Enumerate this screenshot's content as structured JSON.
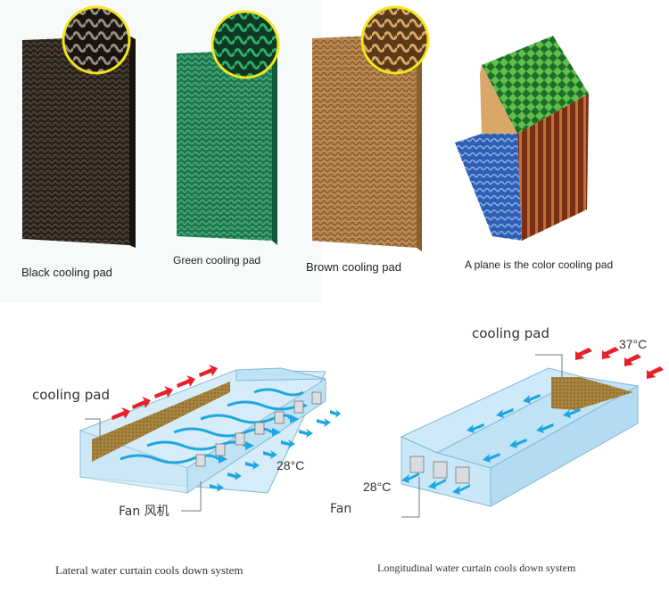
{
  "products": [
    {
      "name": "black-pad",
      "caption": "Black cooling pad",
      "color": "#2a221c",
      "accent": "#4a3a2c",
      "zoom_color": "#6b5d54"
    },
    {
      "name": "green-pad",
      "caption": "Green cooling pad",
      "color": "#1f8a5a",
      "accent": "#2fa56c",
      "zoom_color": "#1a7a4a"
    },
    {
      "name": "brown-pad",
      "caption": "Brown cooling pad",
      "color": "#b8874f",
      "accent": "#d1a36a",
      "zoom_color": "#b07a40"
    },
    {
      "name": "color-pad",
      "caption": "A plane is the color cooling pad",
      "color": "#8a3b1f",
      "accent": "#2c8f3a",
      "zoom_color": "#2d5fb0"
    }
  ],
  "diagrams": {
    "lateral": {
      "caption": "Lateral water curtain cools down system",
      "pad_label": "cooling pad",
      "fan_label": "Fan 风机",
      "temp_out": "28°C"
    },
    "longitudinal": {
      "caption": "Longitudinal water curtain cools down system",
      "pad_label": "cooling pad",
      "fan_label": "Fan",
      "temp_in": "37°C",
      "temp_out": "28°C"
    }
  },
  "colors": {
    "hot_air": "#e8202a",
    "cool_air": "#1ea6e0",
    "building": "#bfe2f5",
    "building_edge": "#7fb8d8",
    "pad": "#a8843e",
    "zoom_ring": "#f4e61a"
  }
}
